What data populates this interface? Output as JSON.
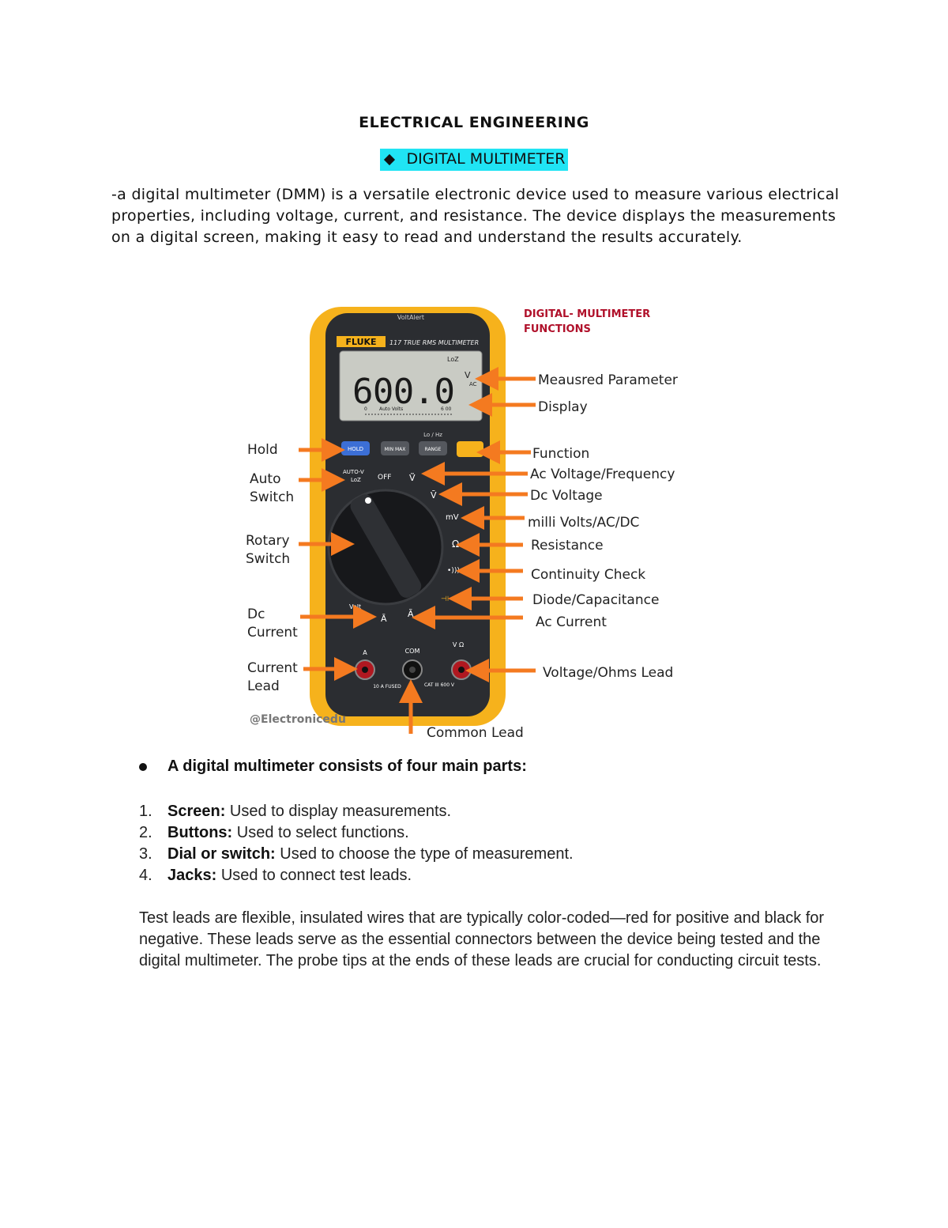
{
  "document": {
    "title": "ELECTRICAL ENGINEERING",
    "subtitle": "DIGITAL MULTIMETER",
    "intro": "-a digital multimeter (DMM) is a versatile electronic device used to measure various electrical properties, including voltage, current, and resistance. The device displays the measurements on a digital screen, making it easy to read and understand the results accurately."
  },
  "figure": {
    "heading_line1": "DIGITAL- MULTIMETER",
    "heading_line2": "FUNCTIONS",
    "credit": "@Electronicedu",
    "device": {
      "brand_top": "VoltAlert",
      "brand": "FLUKE",
      "model": "117 TRUE RMS MULTIMETER",
      "reading": "600.0",
      "lcd_loz": "LoZ",
      "lcd_unit_v": "V",
      "lcd_unit_ac": "AC",
      "lcd_scale_start": "0",
      "lcd_scale_mid": "Auto Volts",
      "lcd_scale_end": "6 00",
      "buttons": [
        "HOLD",
        "MIN MAX",
        "RANGE"
      ],
      "button_header": "Lo / Hz",
      "dial_autov": "AUTO-V",
      "dial_loz": "LoZ",
      "dial_off": "OFF",
      "dial_volt": "Volt",
      "jack_a": "A",
      "jack_com": "COM",
      "jack_v": "V Ω",
      "jack_fused": "10 A FUSED",
      "jack_cat": "CAT III 600 V"
    },
    "left_labels": {
      "hold": "Hold",
      "auto_switch_1": "Auto",
      "auto_switch_2": "Switch",
      "rotary_1": "Rotary",
      "rotary_2": "Switch",
      "dc_current_1": "Dc",
      "dc_current_2": "Current",
      "current_lead_1": "Current",
      "current_lead_2": "Lead"
    },
    "right_labels": {
      "measured_parameter": "Meausred Parameter",
      "display": "Display",
      "function": "Function",
      "ac_voltage": "Ac Voltage/Frequency",
      "dc_voltage": "Dc Voltage",
      "milli_volts": "milli Volts/AC/DC",
      "resistance": "Resistance",
      "continuity": "Continuity Check",
      "diode": "Diode/Capacitance",
      "ac_current": "Ac Current",
      "voltage_ohms_lead": "Voltage/Ohms Lead"
    },
    "bottom_label": "Common Lead"
  },
  "parts_section": {
    "heading": "A digital multimeter consists of four main parts:",
    "items": [
      {
        "num": "1.",
        "term": "Screen:",
        "desc": " Used to display measurements."
      },
      {
        "num": "2.",
        "term": "Buttons:",
        "desc": " Used to select functions."
      },
      {
        "num": "3.",
        "term": "Dial or switch:",
        "desc": " Used to choose the type of measurement."
      },
      {
        "num": "4.",
        "term": "Jacks:",
        "desc": " Used to connect test leads."
      }
    ]
  },
  "closing": "Test leads are flexible, insulated wires that are typically color-coded—red for positive and black for negative. These leads serve as the essential connectors between the device being tested and the digital multimeter. The probe tips at the ends of these leads are crucial for conducting circuit tests.",
  "colors": {
    "highlight": "#20e4f4",
    "case_yellow": "#f6b21c",
    "body_dark": "#2b2d31",
    "arrow_orange": "#f47a20",
    "heading_red": "#b0102a"
  }
}
